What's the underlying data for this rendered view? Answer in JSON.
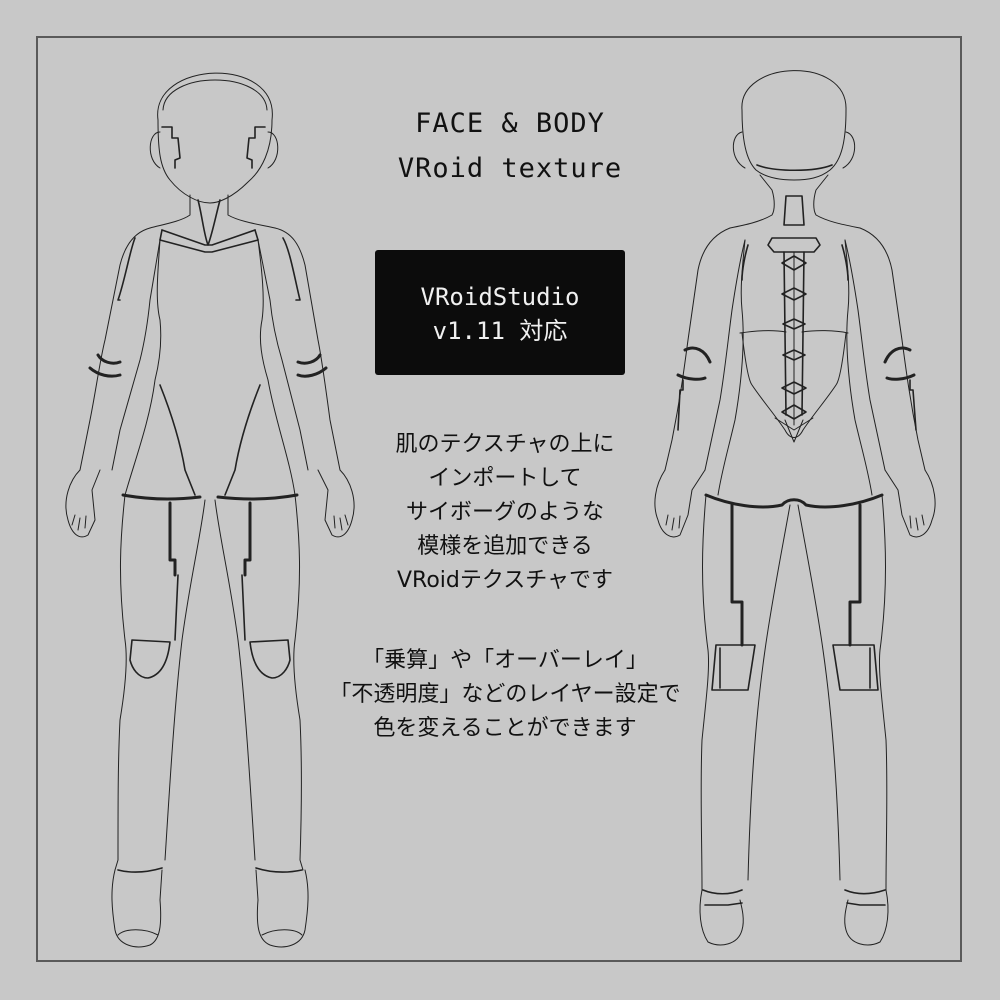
{
  "title": {
    "line1": "FACE & BODY",
    "line2": "VRoid texture"
  },
  "badge": {
    "line1": "VRoidStudio",
    "line2": "v1.11 対応"
  },
  "description": {
    "lines": [
      "肌のテクスチャの上に",
      "インポートして",
      "サイボーグのような",
      "模様を追加できる",
      "VRoidテクスチャです"
    ]
  },
  "note": {
    "lines": [
      "「乗算」や「オーバーレイ」",
      "「不透明度」などのレイヤー設定で",
      "色を変えることができます"
    ]
  },
  "figures": {
    "front": "front-view-body-outline",
    "back": "back-view-body-outline"
  },
  "colors": {
    "background": "#c8c8c8",
    "frame": "#5a5a5a",
    "badge_bg": "#0c0c0c",
    "badge_text": "#f0f0f0",
    "text": "#111111",
    "line_art": "#222222"
  }
}
